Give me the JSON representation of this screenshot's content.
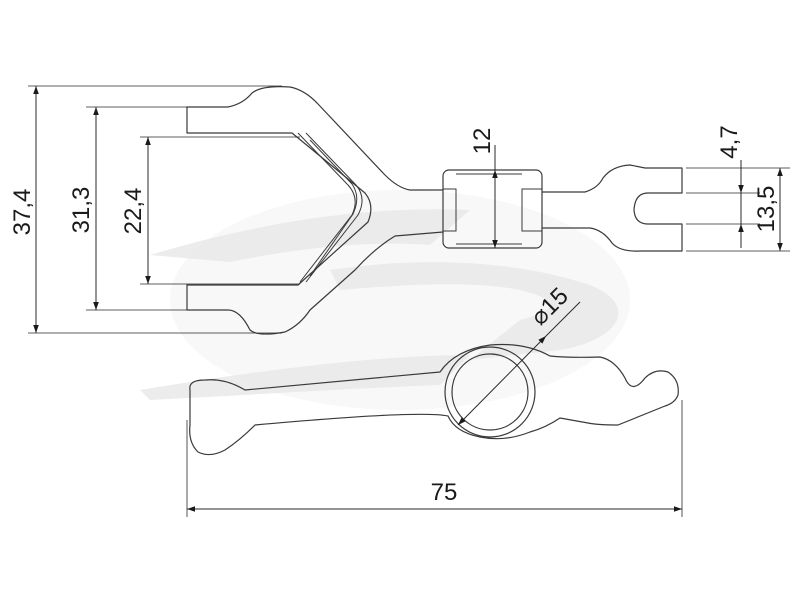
{
  "dimensions": {
    "overall_height": "37,4",
    "outer_fork_height": "31,3",
    "inner_fork_height": "22,4",
    "collar_width": "12",
    "slot_width": "4,7",
    "tip_height": "13,5",
    "ring_diameter": "⌀15",
    "overall_length": "75"
  },
  "colors": {
    "line": "#3a3a3a",
    "watermark": "#ececec"
  }
}
